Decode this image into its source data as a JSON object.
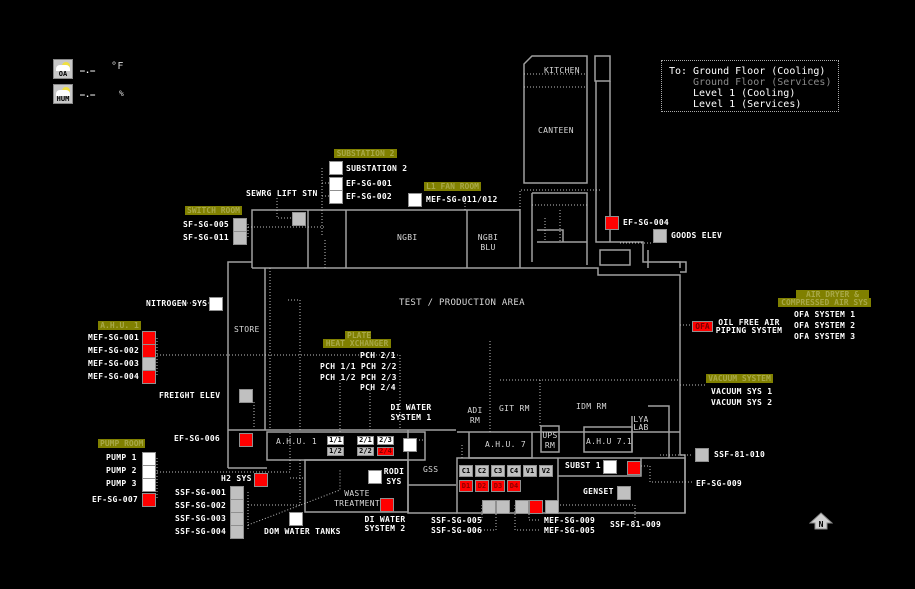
{
  "weather": {
    "oa_label": "OA",
    "oa_value": "—.—",
    "oa_unit": "°F",
    "hum_label": "HUM",
    "hum_value": "—.—",
    "hum_unit": "%"
  },
  "floor_menu": {
    "prefix": "To:",
    "items": [
      "Ground Floor (Cooling)",
      "Ground Floor (Services)",
      "Level 1 (Cooling)",
      "Level 1 (Services)"
    ],
    "current": "Ground Floor (Services)"
  },
  "status_colors": {
    "on": "#ffffff",
    "off": "#c0c0c0",
    "alarm": "#ff0000",
    "header_bg": "#808000",
    "wall": "#a0a0a0"
  },
  "headers": {
    "substation_2": "SUBSTATION 2",
    "l1_fan_room": "L1 FAN ROOM",
    "switch_room": "SWITCH ROOM",
    "ahu1": "A.H.U. 1",
    "plate_1": "PLATE",
    "plate_2": "HEAT XCHANGER",
    "pump_room": "PUMP ROOM",
    "air_dryer_1": "AIR DRYER &",
    "air_dryer_2": "COMPRESSED AIR SYS",
    "vacuum": "VACUUM SYSTEM"
  },
  "rooms": {
    "kitchen": "KITCHEN",
    "canteen": "CANTEEN",
    "ngbi": "NGBI",
    "ngbi_blu_1": "NGBI",
    "ngbi_blu_2": "BLU",
    "test_area": "TEST / PRODUCTION AREA",
    "store": "STORE",
    "ahu1": "A.H.U. 1",
    "waste_1": "WASTE",
    "waste_2": "TREATMENT",
    "gss": "GSS",
    "adi_1": "ADI",
    "adi_2": "RM",
    "git": "GIT RM",
    "idm": "IDM RM",
    "lya_1": "LYA",
    "lya_2": "LAB",
    "ups_1": "UPS",
    "ups_2": "RM",
    "ahu7": "A.H.U. 7",
    "ahu71": "A.H.U 7.1",
    "di1_1": "DI WATER",
    "di1_2": "SYSTEM 1",
    "di2_1": "DI WATER",
    "di2_2": "SYSTEM 2",
    "sewrg": "SEWRG LIFT STN"
  },
  "pch": {
    "l1": "PCH 2/1",
    "l2": "PCH 1/1 PCH 2/2",
    "l3": "PCH 1/2 PCH 2/3",
    "l4": "PCH 2/4"
  },
  "ahu1_units": [
    {
      "label": "1/1",
      "status": "on"
    },
    {
      "label": "1/2",
      "status": "off"
    },
    {
      "label": "2/1",
      "status": "on"
    },
    {
      "label": "2/3",
      "status": "on"
    },
    {
      "label": "2/2",
      "status": "off"
    },
    {
      "label": "2/4",
      "status": "alarm"
    }
  ],
  "chillers": [
    {
      "label": "C1",
      "status": "off"
    },
    {
      "label": "C2",
      "status": "off"
    },
    {
      "label": "C3",
      "status": "off"
    },
    {
      "label": "C4",
      "status": "off"
    },
    {
      "label": "V1",
      "status": "off"
    },
    {
      "label": "V2",
      "status": "off"
    },
    {
      "label": "D1",
      "status": "alarm"
    },
    {
      "label": "D2",
      "status": "alarm"
    },
    {
      "label": "D3",
      "status": "alarm"
    },
    {
      "label": "D4",
      "status": "alarm"
    }
  ],
  "equipment": {
    "substation_2": {
      "label": "SUBSTATION 2",
      "status": "on"
    },
    "ef_sg_001": {
      "label": "EF-SG-001",
      "status": "on"
    },
    "ef_sg_002": {
      "label": "EF-SG-002",
      "status": "on"
    },
    "mef_sg_011_012": {
      "label": "MEF-SG-011/012",
      "status": "on"
    },
    "sewrg": {
      "label": "",
      "status": "off"
    },
    "sf_sg_005": {
      "label": "SF-SG-005",
      "status": "off"
    },
    "sf_sg_011": {
      "label": "SF-SG-011",
      "status": "off"
    },
    "ef_sg_004": {
      "label": "EF-SG-004",
      "status": "alarm"
    },
    "goods_elev": {
      "label": "GOODS ELEV",
      "status": "off"
    },
    "nitrogen": {
      "label": "NITROGEN SYS",
      "status": "on"
    },
    "mef_sg_001": {
      "label": "MEF-SG-001",
      "status": "alarm"
    },
    "mef_sg_002": {
      "label": "MEF-SG-002",
      "status": "alarm"
    },
    "mef_sg_003": {
      "label": "MEF-SG-003",
      "status": "off"
    },
    "mef_sg_004": {
      "label": "MEF-SG-004",
      "status": "alarm"
    },
    "freight_elev": {
      "label": "FREIGHT ELEV",
      "status": "off"
    },
    "ef_sg_006": {
      "label": "EF-SG-006",
      "status": "alarm"
    },
    "di_water_1": {
      "label": "",
      "status": "on"
    },
    "pump_1": {
      "label": "PUMP 1",
      "status": "on"
    },
    "pump_2": {
      "label": "PUMP 2",
      "status": "on"
    },
    "pump_3": {
      "label": "PUMP 3",
      "status": "on"
    },
    "ef_sg_007": {
      "label": "EF-SG-007",
      "status": "alarm"
    },
    "h2_sys": {
      "label": "H2 SYS",
      "status": "alarm"
    },
    "ssf_sg_001": {
      "label": "SSF-SG-001",
      "status": "off"
    },
    "ssf_sg_002": {
      "label": "SSF-SG-002",
      "status": "off"
    },
    "ssf_sg_003": {
      "label": "SSF-SG-003",
      "status": "off"
    },
    "ssf_sg_004": {
      "label": "SSF-SG-004",
      "status": "off"
    },
    "dom_water": {
      "label": "DOM WATER TANKS",
      "status": "on"
    },
    "rodi_sys": {
      "label1": "RODI",
      "label2": "SYS",
      "status": "on"
    },
    "di_water_2": {
      "label": "",
      "status": "alarm"
    },
    "subst_1": {
      "label": "SUBST 1",
      "status": "on"
    },
    "subst_1_alarm": {
      "label": "",
      "status": "alarm"
    },
    "genset": {
      "label": "GENSET",
      "status": "off"
    },
    "ssf_sg_005": {
      "label": "SSF-SG-005",
      "status": "off"
    },
    "ssf_sg_006": {
      "label": "SSF-SG-006",
      "status": "off"
    },
    "mef_sg_005": {
      "label": "MEF-SG-005",
      "status": "off"
    },
    "mef_sg_009": {
      "label": "MEF-SG-009",
      "status": "alarm"
    },
    "ssf_81_009": {
      "label": "SSF-81-009",
      "status": "off"
    },
    "ssf_81_010": {
      "label": "SSF-81-010",
      "status": "off"
    },
    "ef_sg_009": {
      "label": "EF-SG-009",
      "status": "alarm"
    },
    "ofa": {
      "label": "OFA",
      "label1": "OIL FREE AIR",
      "label2": "PIPING SYSTEM",
      "status": "alarm"
    }
  },
  "ofa_systems": [
    "OFA SYSTEM 1",
    "OFA SYSTEM 2",
    "OFA SYSTEM 3"
  ],
  "vacuum_systems": [
    "VACUUM SYS 1",
    "VACUUM SYS 2"
  ],
  "north_label": "N"
}
